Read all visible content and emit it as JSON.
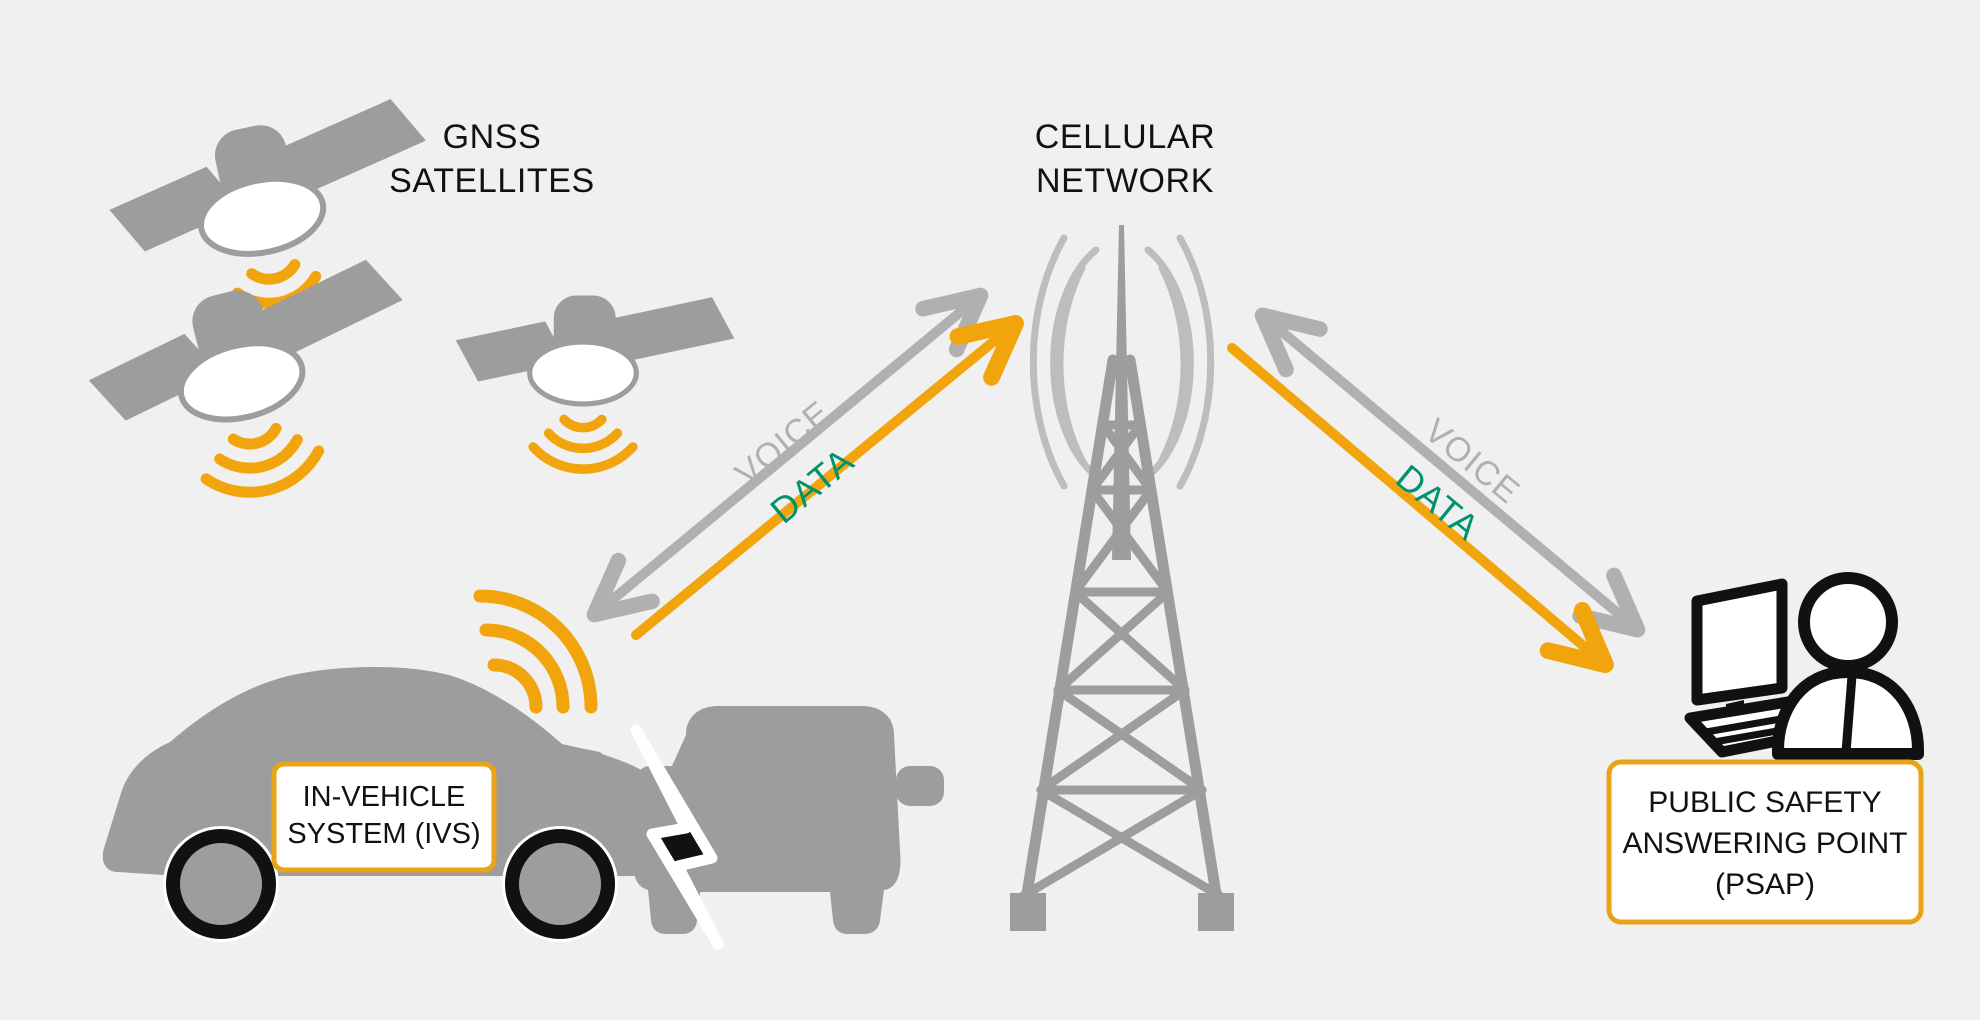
{
  "diagram": {
    "title": "eCall emergency call chain diagram",
    "background_color": "#f0f0f0"
  },
  "palette": {
    "background": "#f0f0f0",
    "gray": "#9d9d9d",
    "gray_light": "#bdbdbd",
    "orange": "#f2a40c",
    "teal": "#00936b",
    "black": "#111111",
    "white": "#ffffff",
    "box_border": "#e8a317"
  },
  "nodes": {
    "satellites": {
      "label_line1": "GNSS",
      "label_line2": "SATELLITES",
      "count": 3,
      "icon": "satellite-icon"
    },
    "cellular": {
      "label_line1": "CELLULAR",
      "label_line2": "NETWORK",
      "icon": "cell-tower-icon"
    },
    "ivs": {
      "label_line1": "IN-VEHICLE",
      "label_line2": "SYSTEM (IVS)",
      "icon": "car-crash-icon"
    },
    "psap": {
      "label_line1": "PUBLIC SAFETY",
      "label_line2": "ANSWERING POINT",
      "label_line3": "(PSAP)",
      "icon": "operator-workstation-icon"
    }
  },
  "links": {
    "left": {
      "voice_label": "VOICE",
      "voice_color": "#b0b0b0",
      "voice_direction": "bidirectional",
      "data_label": "DATA",
      "data_label_color": "#00936b",
      "data_line_color": "#f2a40c",
      "data_direction": "to-tower"
    },
    "right": {
      "voice_label": "VOICE",
      "voice_color": "#b0b0b0",
      "voice_direction": "bidirectional",
      "data_label": "DATA",
      "data_label_color": "#00936b",
      "data_line_color": "#f2a40c",
      "data_direction": "to-psap"
    }
  }
}
